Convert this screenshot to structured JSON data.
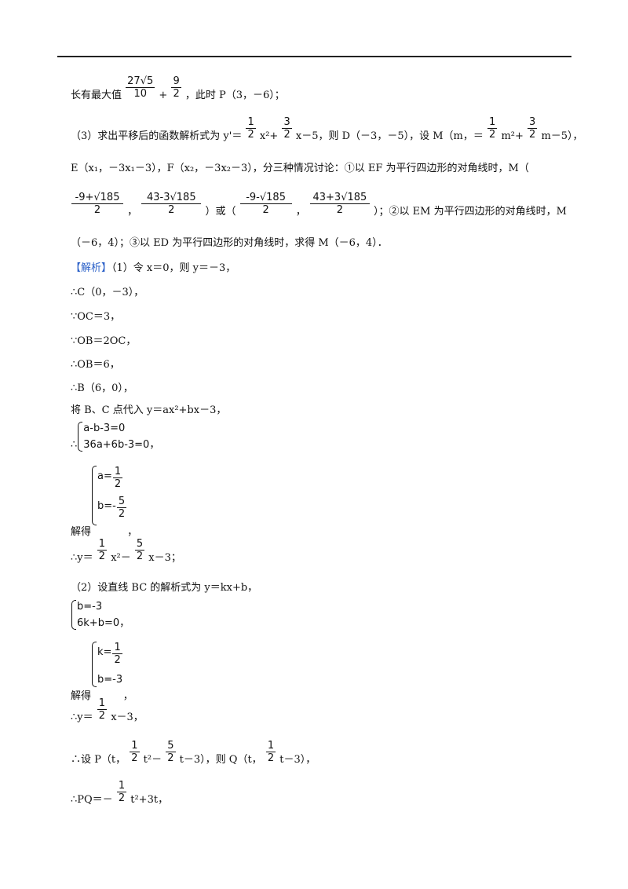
{
  "top_line": {
    "prefix": "长有最大值",
    "frac1_num": "27√5",
    "frac1_den": "10",
    "plus": "+",
    "frac2_num": "9",
    "frac2_den": "2",
    "suffix": "，此时 P（3，－6）；"
  },
  "part3": {
    "l1_a": "（3）求出平移后的函数解析式为 y'＝",
    "l1_b": "x²+",
    "l1_c": "x－5，则 D（－3，－5），设 M（m，＝",
    "l1_d": "m²+",
    "l1_e": "m－5），",
    "l2": "E（x₁，－3x₁－3），F（x₂，－3x₂－3），分三种情况讨论：①以 EF 为平行四边形的对角线时，M（",
    "f1_num": "-9+√185",
    "f2_num": "43-3√185",
    "f3_num": "-9-√185",
    "f4_num": "43+3√185",
    "den2": "2",
    "l3_or": "）或（",
    "l3_comma": "，",
    "l3_tail": "）；②以 EM 为平行四边形的对角线时，M",
    "l4": "（－6，4）；③以 ED 为平行四边形的对角线时，求得 M（－6，4）．"
  },
  "analysis": {
    "tag": "【解析】",
    "l1": "（1）令 x＝0，则 y＝－3，",
    "l2": "∴C（0，－3），",
    "l3": "∵OC＝3，",
    "l4": "∵OB＝2OC，",
    "l5": "∴OB＝6，",
    "l6": "∴B（6，0），",
    "l7": "将 B、C 点代入 y＝ax²+bx－3，",
    "sys1_a": "a-b-3=0",
    "sys1_b": "36a+6b-3=0",
    "sys1_suffix": "，",
    "therefore": "∴",
    "jiede": "解得",
    "sys2_a": "a=",
    "sys2_b": "b=-",
    "sys2_a_num": "1",
    "sys2_b_num": "5",
    "half_den": "2",
    "sys2_suffix": "，",
    "l8_a": "∴y＝",
    "l8_b": "x²－",
    "l8_c": "x－3；",
    "l9": "（2）设直线 BC 的解析式为 y＝kx+b，",
    "sys3_a": "b=-3",
    "sys3_b": "6k+b=0",
    "sys3_suffix": "，",
    "sys4_a": "k=",
    "sys4_b": "b=-3",
    "sys4_suffix": "，",
    "l10_a": "∴y＝",
    "l10_b": "x－3，",
    "l11_a": "∴设 P（t，",
    "l11_b": "t²－",
    "l11_c": "t－3），则 Q（t，",
    "l11_d": "t－3），",
    "l12_a": "∴PQ＝－",
    "l12_b": "t²+3t，",
    "one": "1",
    "three": "3",
    "five": "5"
  },
  "colors": {
    "accent": "#2a60c8",
    "text": "#111111"
  }
}
